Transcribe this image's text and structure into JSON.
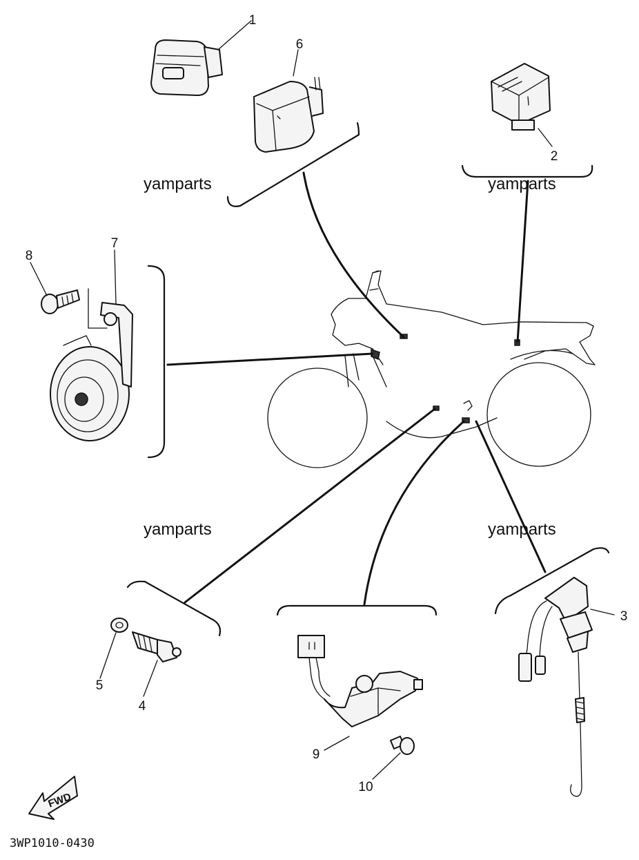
{
  "callouts": {
    "c1": "1",
    "c2": "2",
    "c3": "3",
    "c4": "4",
    "c5": "5",
    "c6": "6",
    "c7": "7",
    "c8": "8",
    "c9": "9",
    "c10": "10"
  },
  "watermark": "yamparts",
  "fwd_label": "FWD",
  "diagram_code": "3WP1010-0430"
}
